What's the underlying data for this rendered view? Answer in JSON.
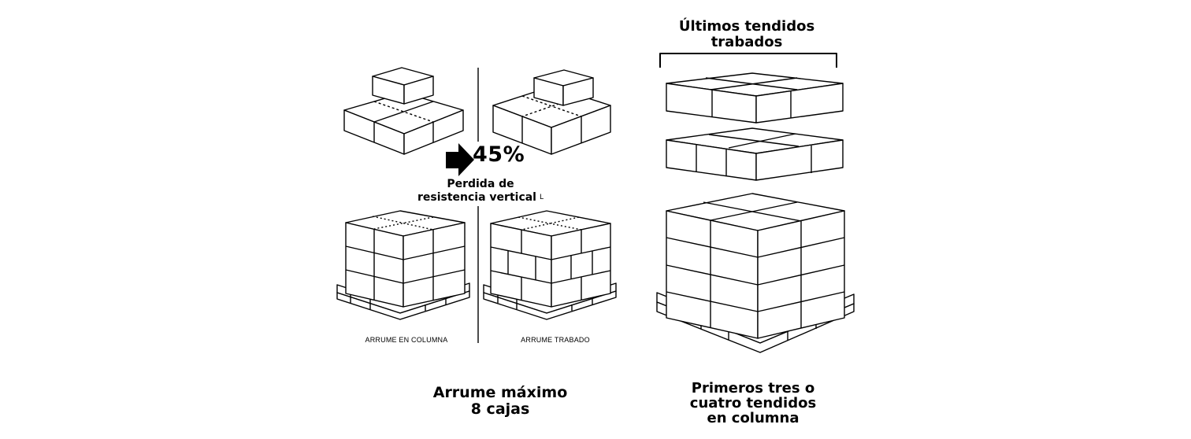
{
  "top_right_title": {
    "line1": "Últimos tendidos",
    "line2": "trabados"
  },
  "arrow_percent": "45%",
  "loss_label": {
    "line1": "Perdida de",
    "line2": "resistencia vertical",
    "mark": "L"
  },
  "captions": {
    "column": "ARRUME EN COLUMNA",
    "interlocked": "ARRUME TRABADO"
  },
  "bottom_left": {
    "line1": "Arrume máximo",
    "line2": "8 cajas"
  },
  "bottom_right": {
    "line1": "Primeros tres o",
    "line2": "cuatro tendidos",
    "line3": "en columna"
  }
}
